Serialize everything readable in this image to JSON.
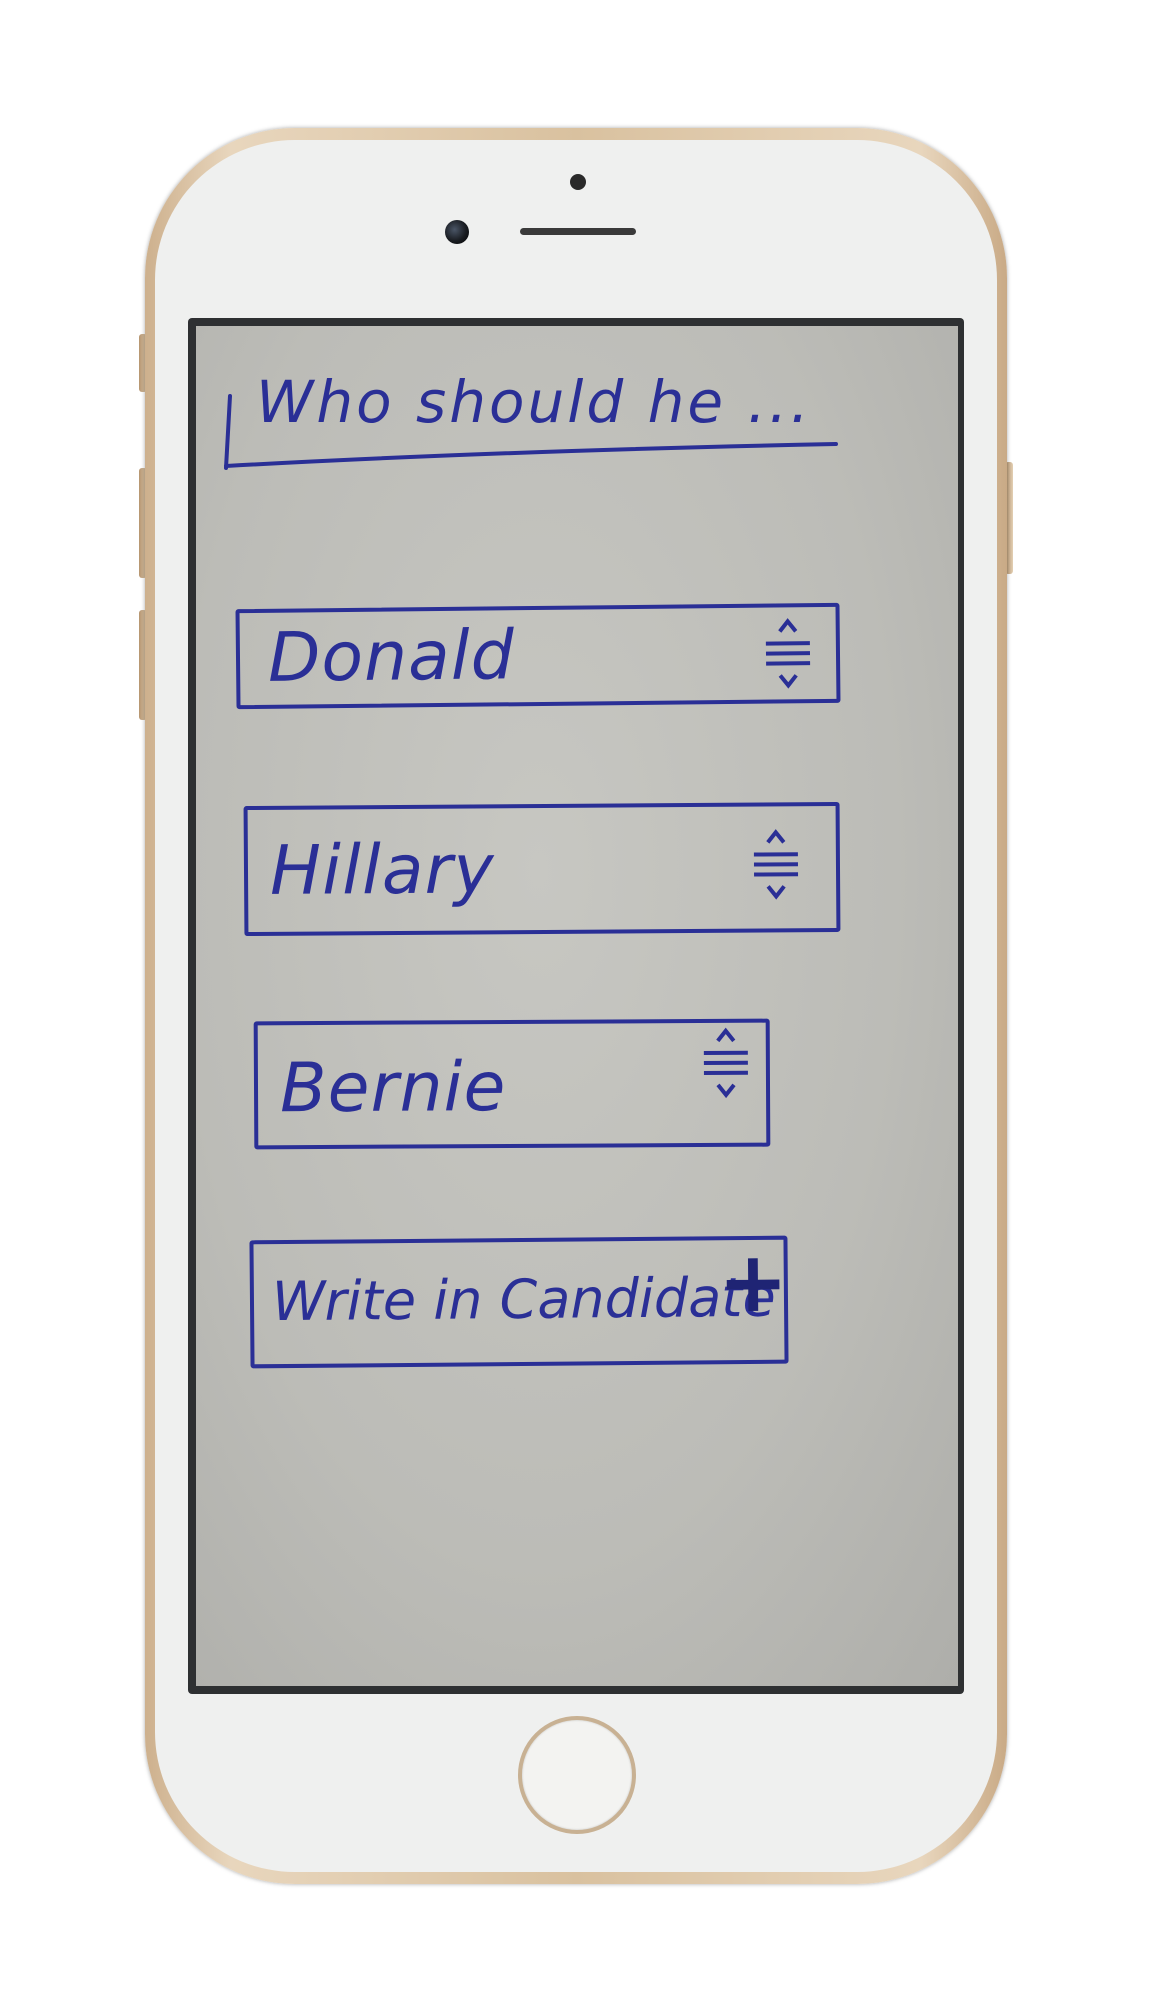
{
  "ballot": {
    "title": "Who should he ...",
    "options": [
      {
        "label": "Donald"
      },
      {
        "label": "Hillary"
      },
      {
        "label": "Bernie"
      }
    ],
    "write_in": {
      "label": "Write in Candidate"
    }
  },
  "icons": {
    "stepper": "up-down-stepper-icon",
    "plus": "plus-icon"
  },
  "colors": {
    "ink": "#2a2f96",
    "paper": "#c3c3be",
    "phone_frame": "#d9c19f"
  }
}
